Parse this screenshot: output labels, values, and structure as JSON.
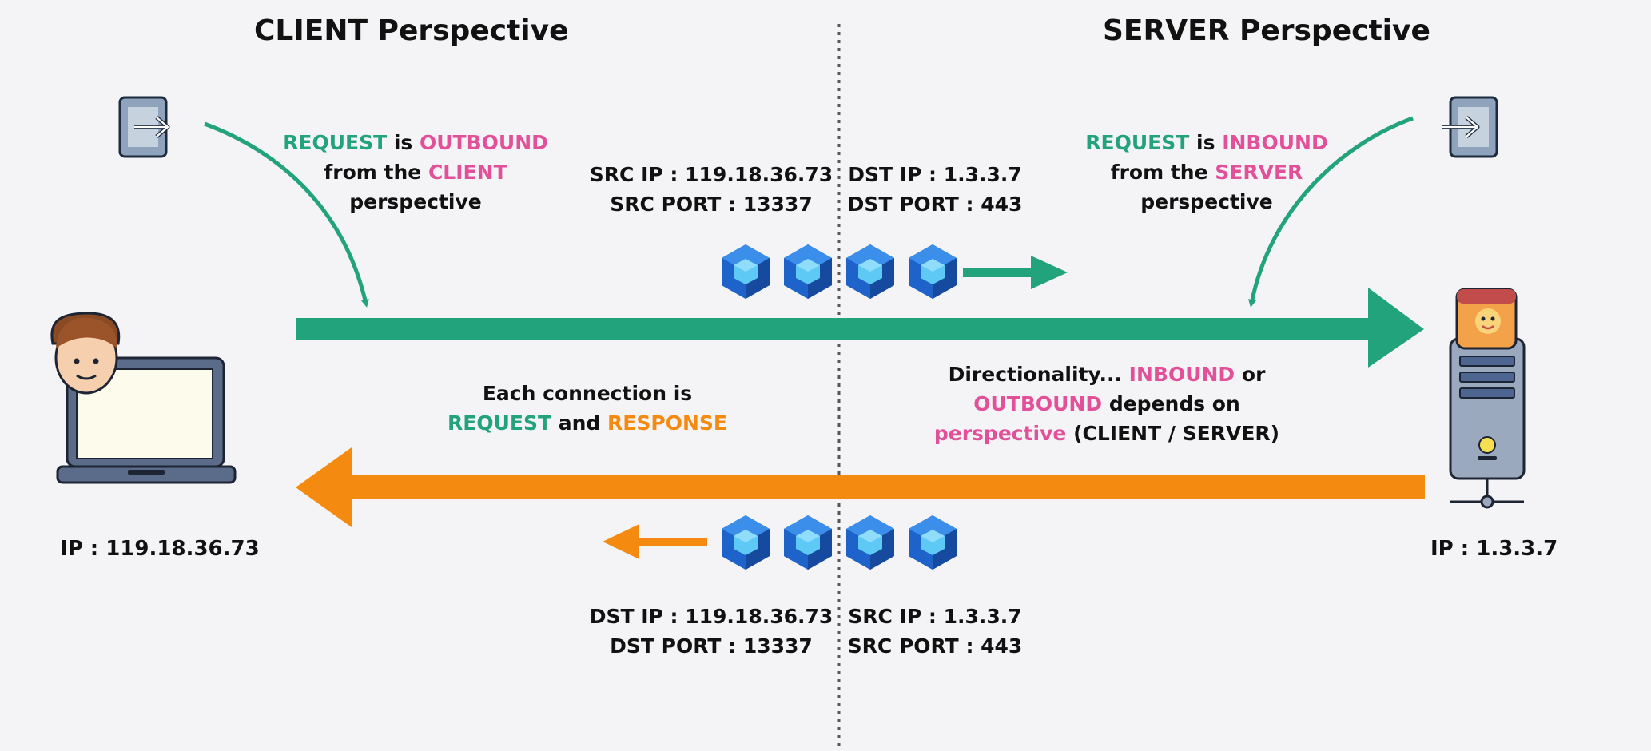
{
  "titles": {
    "client": "CLIENT Perspective",
    "server": "SERVER Perspective"
  },
  "client_note": {
    "w1": "REQUEST",
    "w2": " is ",
    "w3": "OUTBOUND",
    "w4": "from the ",
    "w5": "CLIENT",
    "w6": "perspective"
  },
  "server_note": {
    "w1": "REQUEST",
    "w2": " is ",
    "w3": "INBOUND",
    "w4": "from the ",
    "w5": "SERVER",
    "w6": "perspective"
  },
  "request_packet": {
    "src_ip": "SRC IP : 119.18.36.73",
    "src_port": "SRC PORT : 13337",
    "dst_ip": "DST IP : 1.3.3.7",
    "dst_port": "DST PORT : 443"
  },
  "response_packet": {
    "dst_ip": "DST IP : 119.18.36.73",
    "dst_port": "DST PORT : 13337",
    "src_ip": "SRC IP : 1.3.3.7",
    "src_port": "SRC PORT : 443"
  },
  "connection_note": {
    "line1": "Each connection is",
    "w1": "REQUEST",
    "w2": " and ",
    "w3": "RESPONSE"
  },
  "direction_note": {
    "w1": "Directionality... ",
    "w2": "INBOUND",
    "w3": " or",
    "w4": "OUTBOUND",
    "w5": " depends on",
    "w6": "perspective",
    "w7": " (CLIENT / SERVER)"
  },
  "client_ip": "IP : 119.18.36.73",
  "server_ip": "IP : 1.3.3.7",
  "colors": {
    "request": "#22a37c",
    "response": "#f58a10",
    "highlight": "#e2509a",
    "packet": "#1e6fd0",
    "background": "#f4f4f6"
  },
  "icons": [
    "login-icon",
    "user-avatar",
    "laptop-icon",
    "server-icon",
    "packet-cube-icon"
  ]
}
